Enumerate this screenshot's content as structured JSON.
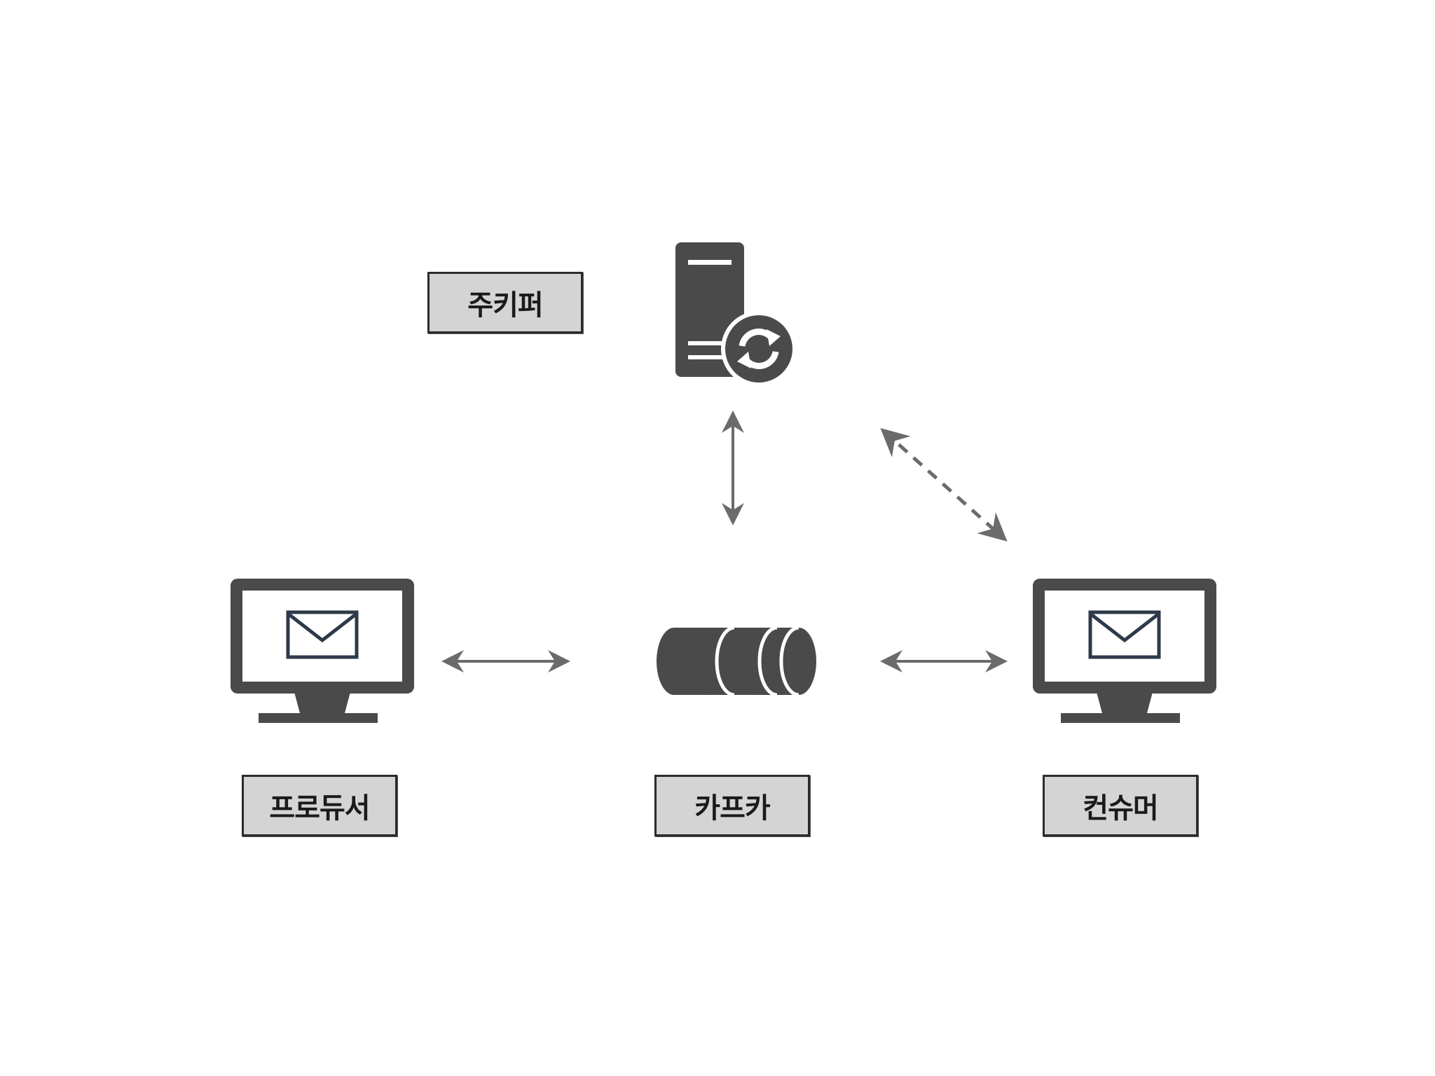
{
  "labels": {
    "zookeeper": "주키퍼",
    "producer": "프로듀서",
    "kafka": "카프카",
    "consumer": "컨슈머"
  },
  "icons": {
    "zookeeper": "server-sync-icon",
    "producer": "monitor-mail-icon",
    "kafka": "message-queue-icon",
    "consumer": "monitor-mail-icon"
  },
  "connections": [
    {
      "from": "zookeeper",
      "to": "kafka",
      "style": "solid",
      "direction": "both"
    },
    {
      "from": "zookeeper",
      "to": "consumer",
      "style": "dashed",
      "direction": "both"
    },
    {
      "from": "producer",
      "to": "kafka",
      "style": "solid",
      "direction": "both"
    },
    {
      "from": "kafka",
      "to": "consumer",
      "style": "solid",
      "direction": "both"
    }
  ],
  "colors": {
    "icon": "#4a4a4b",
    "arrow": "#6b6b6b",
    "label_fill": "#d4d4d4",
    "label_border": "#2b2b2b",
    "envelope": "#2e3a4a"
  }
}
